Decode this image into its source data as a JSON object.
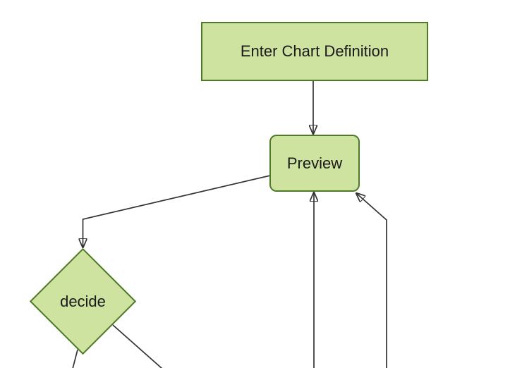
{
  "diagram": {
    "type": "flowchart",
    "orientation": "top-down",
    "nodes": [
      {
        "id": "enter-chart-definition",
        "label": "Enter Chart Definition",
        "shape": "rectangle"
      },
      {
        "id": "preview",
        "label": "Preview",
        "shape": "rounded-rectangle"
      },
      {
        "id": "decide",
        "label": "decide",
        "shape": "diamond"
      }
    ],
    "edges": [
      {
        "from": "Enter Chart Definition",
        "to": "Preview",
        "arrowhead": true
      },
      {
        "from": "Preview",
        "to": "decide",
        "arrowhead": true
      },
      {
        "from": "offscreen-bottom",
        "to": "Preview",
        "arrowhead": true
      },
      {
        "from": "offscreen-bottom-right",
        "to": "Preview",
        "arrowhead": true
      },
      {
        "from": "decide",
        "to": "offscreen-bottom-left",
        "arrowhead": false
      },
      {
        "from": "decide",
        "to": "offscreen-bottom-right",
        "arrowhead": false
      }
    ],
    "colors": {
      "background": "#ffffff",
      "node_fill": "#cfe3a0",
      "node_border": "#4e7a28",
      "edge_line": "#333333",
      "arrowhead": "#111111",
      "text": "#1a1a1a"
    }
  }
}
